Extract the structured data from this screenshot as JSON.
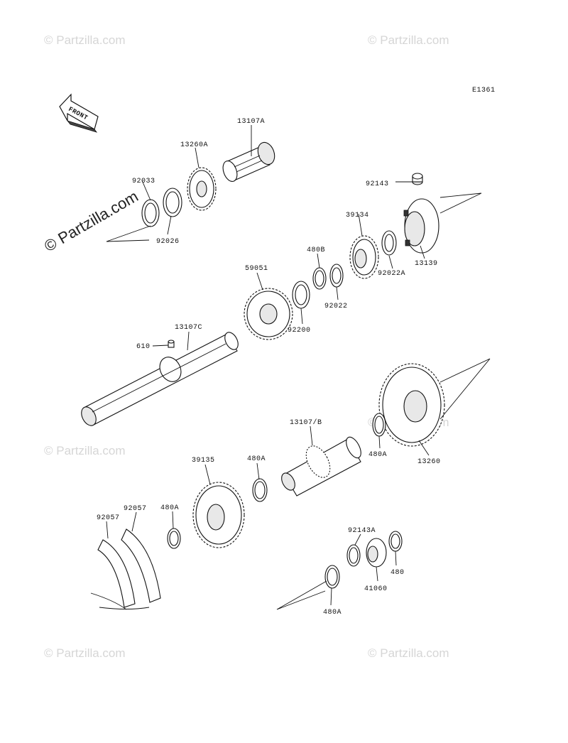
{
  "diagram_id": "E1361",
  "front_label": "FRONT",
  "watermark": "© Partzilla.com",
  "parts": {
    "p13107A": "13107A",
    "p13260A": "13260A",
    "p92033": "92033",
    "p92026": "92026",
    "p92143": "92143",
    "p39134": "39134",
    "p13139": "13139",
    "p92022A": "92022A",
    "p480B": "480B",
    "p92022": "92022",
    "p59051": "59051",
    "p92200": "92200",
    "p13107C": "13107C",
    "p610": "610",
    "p13107B": "13107/B",
    "p480A_a": "480A",
    "p13260": "13260",
    "p39135": "39135",
    "p480A_b": "480A",
    "p480A_c": "480A",
    "p92057_a": "92057",
    "p92057_b": "92057",
    "p92143A": "92143A",
    "p480": "480",
    "p41060": "41060",
    "p480A_d": "480A"
  }
}
